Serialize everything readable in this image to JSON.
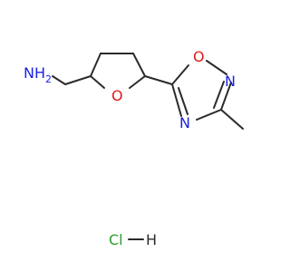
{
  "molecule": {
    "atoms": {
      "nh2": "NH",
      "nh2_sub": "2",
      "o_ring": "O",
      "o_oxadiazole": "O",
      "n_upper": "N",
      "n_lower": "N",
      "cl": "Cl",
      "h": "H"
    },
    "colors": {
      "bond": "#2b2b2b",
      "nitrogen": "#1a22e0",
      "oxygen": "#e21b1b",
      "chlorine": "#2f9a2f",
      "hydrogen": "#2b2b2b"
    }
  }
}
